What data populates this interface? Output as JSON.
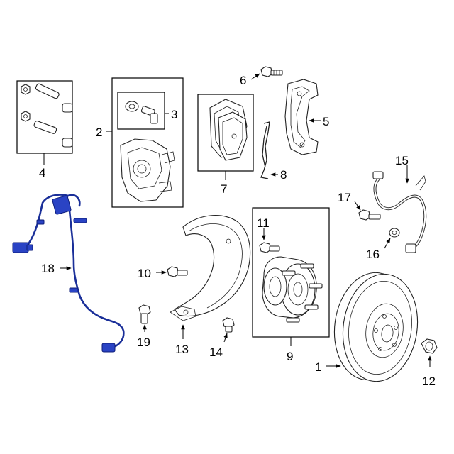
{
  "colors": {
    "highlight": "#2a43c4",
    "outline": "#222222",
    "background": "#ffffff"
  },
  "callouts": [
    {
      "id": "1",
      "label": "1"
    },
    {
      "id": "2",
      "label": "2"
    },
    {
      "id": "3",
      "label": "3"
    },
    {
      "id": "4",
      "label": "4"
    },
    {
      "id": "5",
      "label": "5"
    },
    {
      "id": "6",
      "label": "6"
    },
    {
      "id": "7",
      "label": "7"
    },
    {
      "id": "8",
      "label": "8"
    },
    {
      "id": "9",
      "label": "9"
    },
    {
      "id": "10",
      "label": "10"
    },
    {
      "id": "11",
      "label": "11"
    },
    {
      "id": "12",
      "label": "12"
    },
    {
      "id": "13",
      "label": "13"
    },
    {
      "id": "14",
      "label": "14"
    },
    {
      "id": "15",
      "label": "15"
    },
    {
      "id": "16",
      "label": "16"
    },
    {
      "id": "17",
      "label": "17"
    },
    {
      "id": "18",
      "label": "18"
    },
    {
      "id": "19",
      "label": "19"
    }
  ],
  "highlighted_part": "18"
}
